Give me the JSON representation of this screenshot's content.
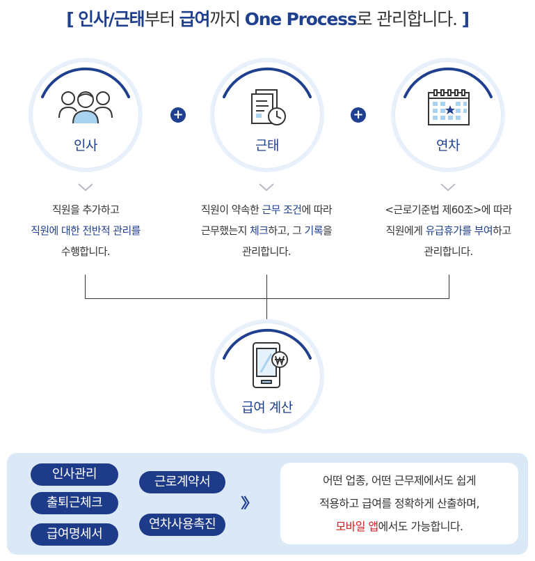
{
  "title": {
    "bracket_open": "[",
    "part1": "인사/근태",
    "part2": "부터 ",
    "part3": "급여",
    "part4": "까지 ",
    "part5": "One Process",
    "part6": "로 관리합니다.",
    "bracket_close": "]"
  },
  "steps": [
    {
      "label": "인사",
      "icon": "people-icon",
      "desc": [
        "직원을 추가하고",
        "직원에 대한 전반적 관리를",
        "수행합니다."
      ]
    },
    {
      "label": "근태",
      "icon": "document-clock-icon",
      "desc_line1": {
        "a": "직원이 약속한 ",
        "b": "근무 조건",
        "c": "에 따라"
      },
      "desc_line2": {
        "a": "근무했는지 ",
        "b": "체크",
        "c": "하고, 그 ",
        "d": "기록",
        "e": "을"
      },
      "desc_line3": "관리합니다."
    },
    {
      "label": "연차",
      "icon": "calendar-icon",
      "desc_line1": "<근로기준법 제60조>에 따라",
      "desc_line2": {
        "a": "직원에게 ",
        "b": "유급휴가를 부여",
        "c": "하고"
      },
      "desc_line3": "관리합니다."
    }
  ],
  "plus_symbol": "+",
  "result": {
    "label": "급여 계산",
    "icon": "phone-won-icon"
  },
  "features": {
    "left_pills": [
      "인사관리",
      "출퇴근체크",
      "급여명세서"
    ],
    "right_pills": [
      "근로계약서",
      "연차사용촉진"
    ],
    "arrow_icon": "double-chevron-right-icon",
    "arrow_text": "〉〉",
    "info_line1": "어떤 업종, 어떤 근무제에서도 쉽게",
    "info_line2": "적용하고 급여를 정확하게 산출하며,",
    "info_line3_red": "모바일 앱",
    "info_line3_rest": "에서도 가능합니다."
  },
  "colors": {
    "navy": "#1f3f8f",
    "light_blue": "#dbe8f6",
    "red": "#d32020"
  }
}
